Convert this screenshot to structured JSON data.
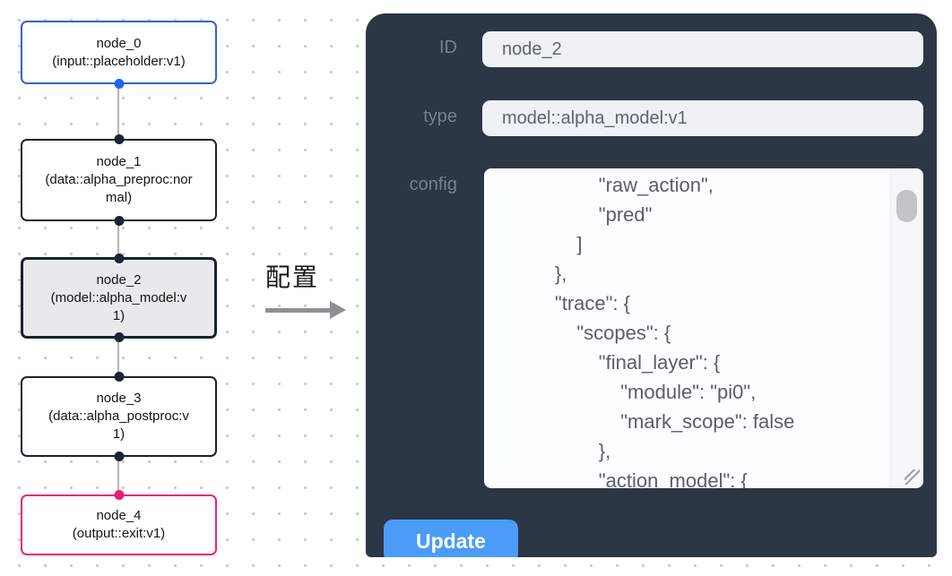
{
  "canvas": {
    "selected_node": "node_2",
    "nodes": [
      {
        "title": "node_0",
        "subtitle": "(input::placeholder:v1)"
      },
      {
        "title": "node_1",
        "subtitle": "(data::alpha_preproc:normal)"
      },
      {
        "title": "node_2",
        "subtitle": "(model::alpha_model:v1)"
      },
      {
        "title": "node_3",
        "subtitle": "(data::alpha_postproc:v1)"
      },
      {
        "title": "node_4",
        "subtitle": "(output::exit:v1)"
      }
    ]
  },
  "transfer": {
    "label": "配置"
  },
  "panel": {
    "id_label": "ID",
    "id_value": "node_2",
    "type_label": "type",
    "type_value": "model::alpha_model:v1",
    "config_label": "config",
    "config_text": "                \"raw_action\",\n                \"pred\"\n            ]\n        },\n        \"trace\": {\n            \"scopes\": {\n                \"final_layer\": {\n                    \"module\": \"pi0\",\n                    \"mark_scope\": false\n                },\n                \"action_model\": {",
    "update_label": "Update"
  },
  "colors": {
    "panel_bg": "#2d3645",
    "button_blue": "#4a9cf8",
    "input_bg": "#eef1f6",
    "node_input_border": "#3464c8",
    "node_default_border": "#1a2130",
    "node_output_border": "#ed2277",
    "selected_node_bg": "#e9e9ec",
    "handle_blue": "#2563eb",
    "handle_dark": "#1b2335",
    "handle_pink": "#ea1d75",
    "edge_gray": "#b4b6b9"
  }
}
